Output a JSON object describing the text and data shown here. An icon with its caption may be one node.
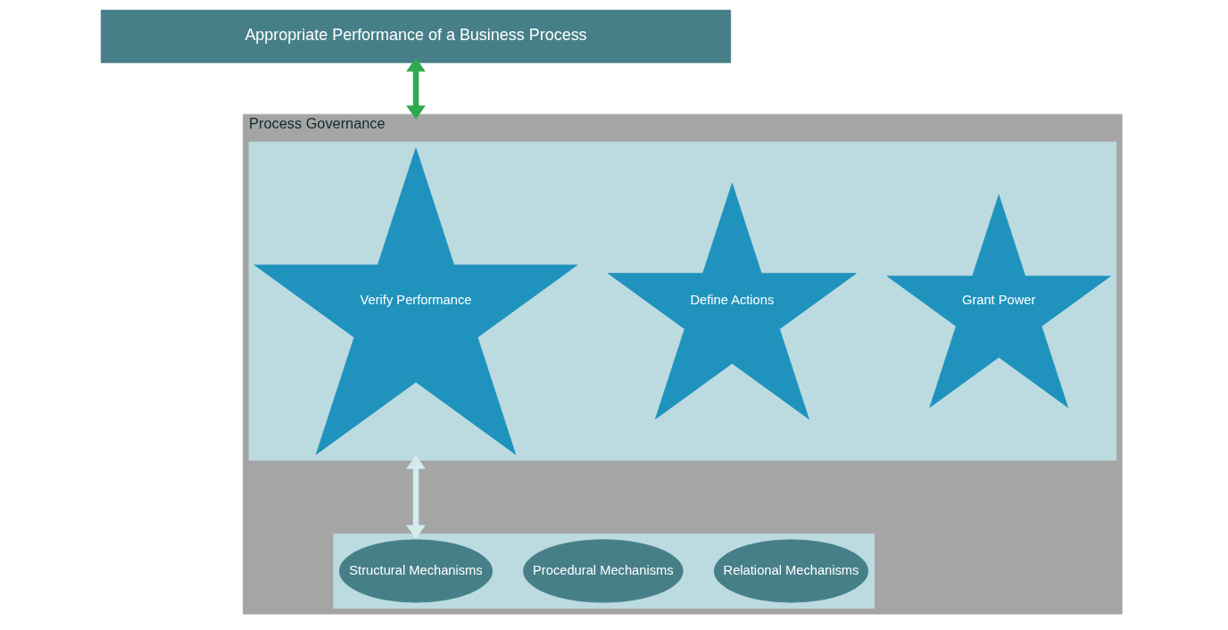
{
  "diagram": {
    "nodes": [
      {
        "text": [
          "Appropriate Performance of a Business Process"
        ]
      },
      {
        "text": [
          "Process Governance"
        ]
      },
      {
        "text": [],
        "shape": "box",
        "in": 1
      },
      {
        "text": [
          "Verify Performance"
        ],
        "in": 2
      },
      {
        "text": [
          "Define Actions"
        ],
        "in": 2
      },
      {
        "text": [
          "Grant Power"
        ],
        "in": 2
      },
      {
        "text": [],
        "shape": "box",
        "in": 1
      },
      {
        "text": [
          "Structural Mechanisms"
        ],
        "in": 6
      },
      {
        "text": [
          "Procedural Mechanisms"
        ],
        "in": 6
      },
      {
        "text": [
          "Relational Mechanisms"
        ],
        "in": 6
      }
    ],
    "edges": [
      {
        "from": 0,
        "to": 1,
        "arrow": "both",
        "color": "#2eaa4f"
      },
      {
        "from": 2,
        "to": 6,
        "arrow": "both",
        "color": "#d5ecef"
      }
    ]
  }
}
